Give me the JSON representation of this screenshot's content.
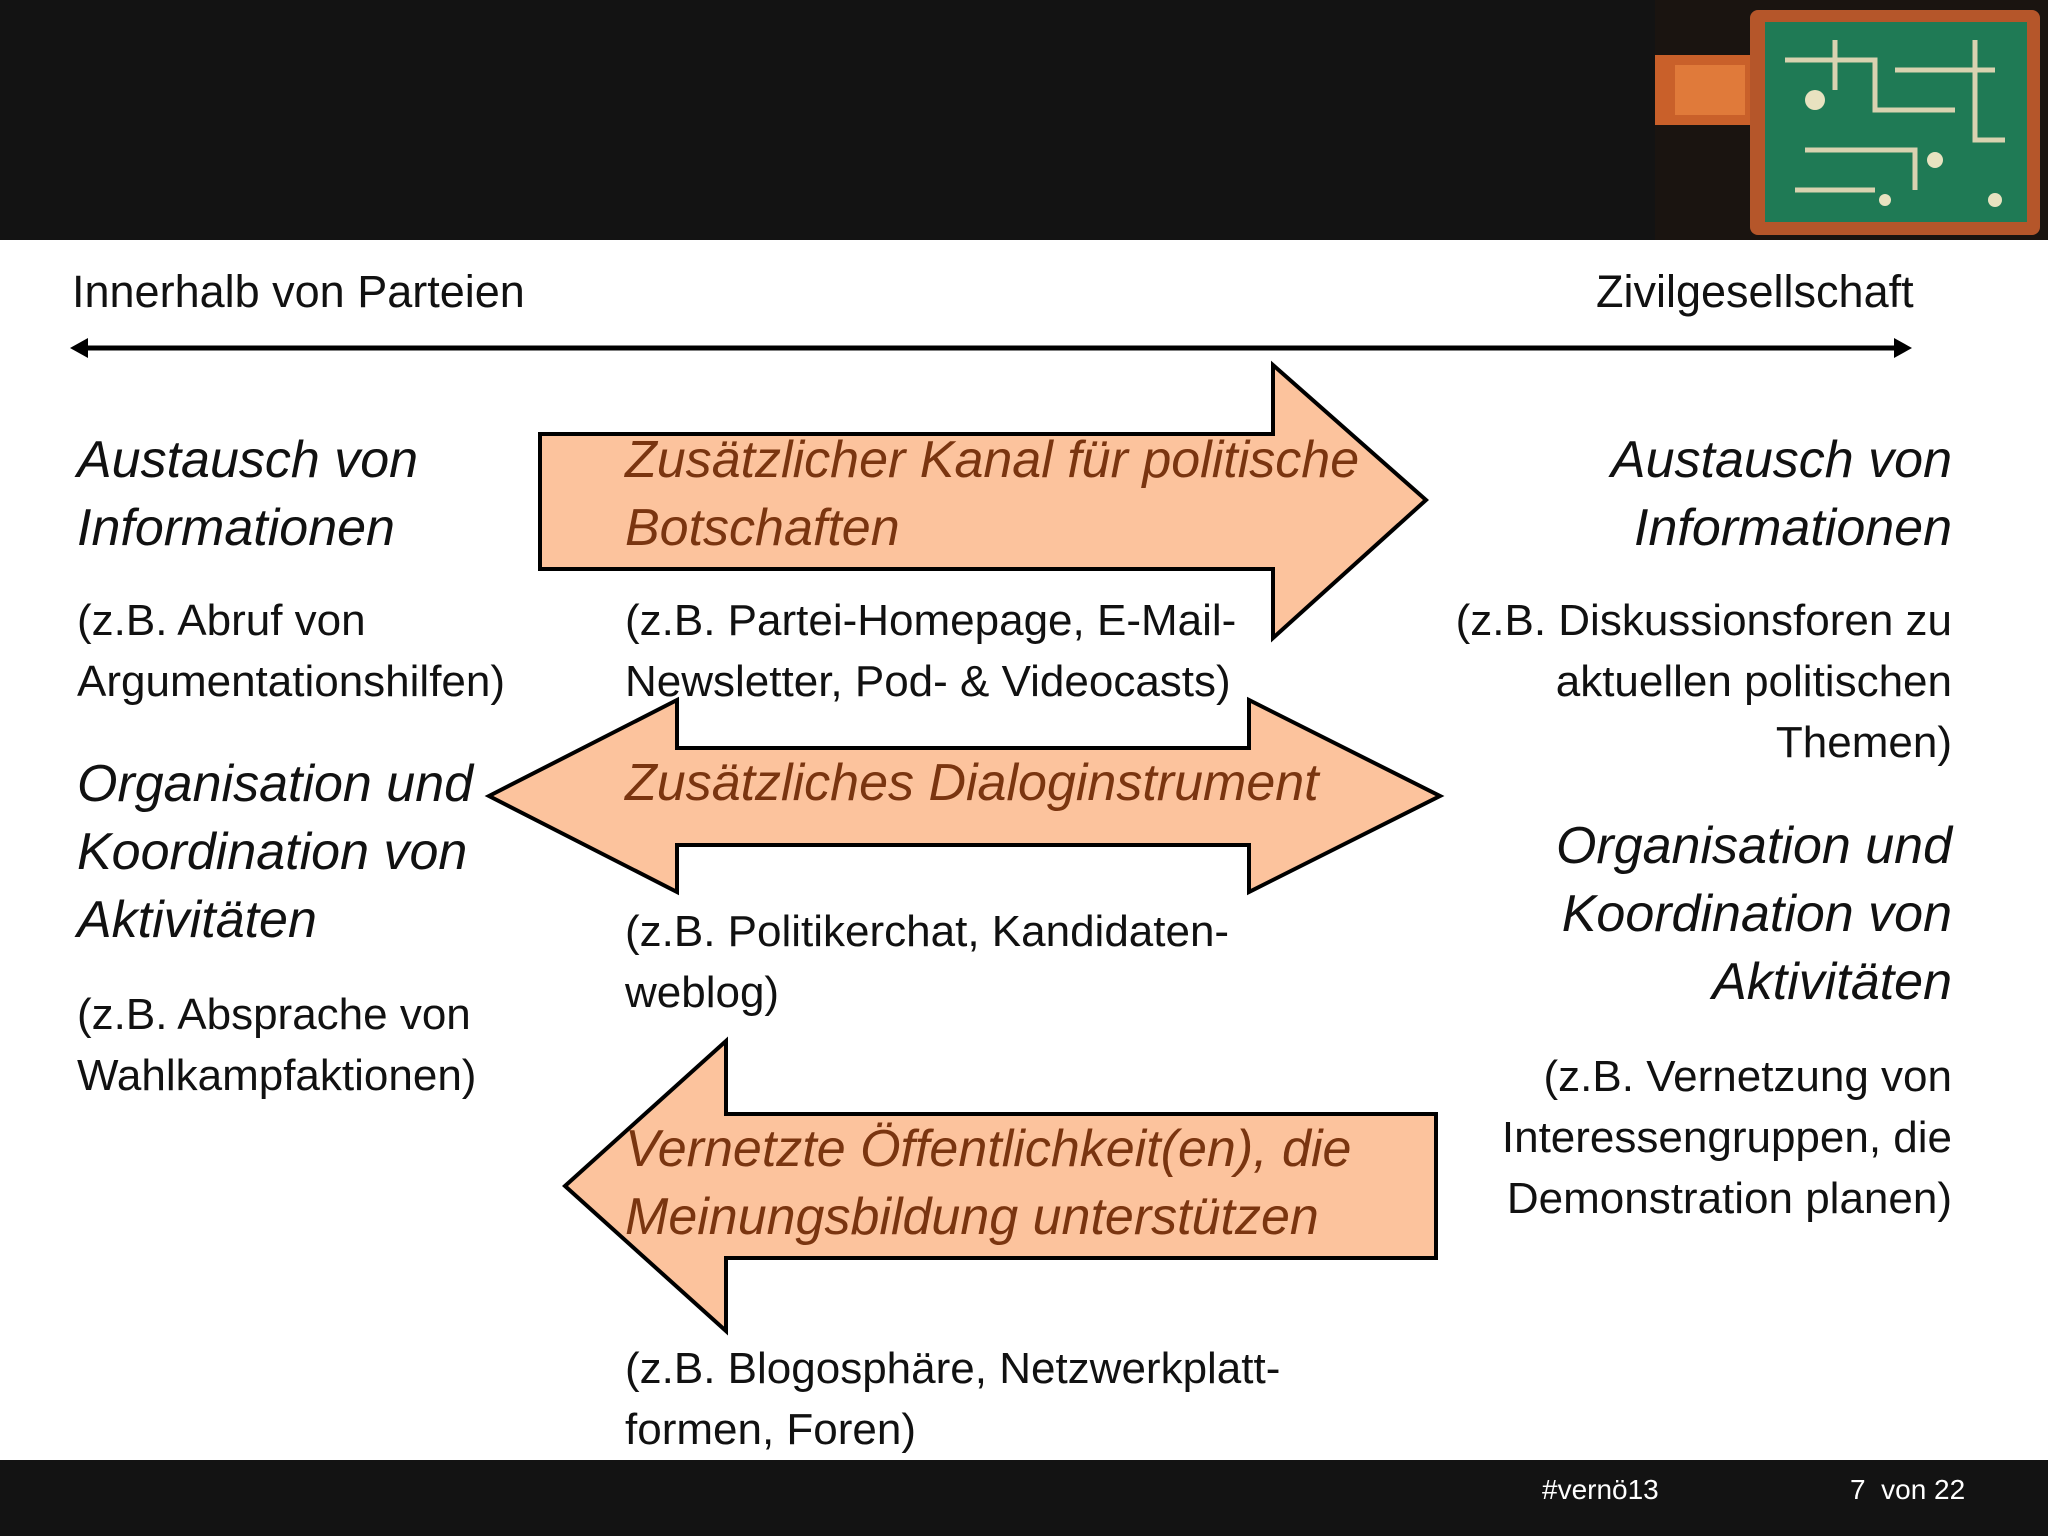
{
  "header": {
    "image": "circuit-board-photo"
  },
  "axis": {
    "left_label": "Innerhalb von Parteien",
    "right_label": "Zivilgesellschaft"
  },
  "left_column": {
    "heading1": [
      "Austausch von",
      "Informationen"
    ],
    "example1": [
      "(z.B. Abruf von",
      "Argumentationshilfen)"
    ],
    "heading2": [
      "Organisation und",
      "Koordination von",
      "Aktivitäten"
    ],
    "example2": [
      "(z.B. Absprache von",
      "Wahlkampfaktionen)"
    ]
  },
  "right_column": {
    "heading1": [
      "Austausch von",
      "Informationen"
    ],
    "example1": [
      "(z.B. Diskussionsforen zu",
      "aktuellen politischen",
      "Themen)"
    ],
    "heading2": [
      "Organisation und",
      "Koordination von",
      "Aktivitäten"
    ],
    "example2": [
      "(z.B. Vernetzung von",
      "Interessengruppen, die",
      "Demonstration planen)"
    ]
  },
  "center": {
    "arrow1_text": [
      "Zusätzlicher Kanal für politische",
      "Botschaften"
    ],
    "arrow1_example": [
      "(z.B. Partei-Homepage, E-Mail-",
      "Newsletter, Pod- & Videocasts)"
    ],
    "arrow2_text": [
      "Zusätzliches Dialoginstrument"
    ],
    "arrow2_example": [
      "(z.B. Politikerchat, Kandidaten-",
      "weblog)"
    ],
    "arrow3_text": [
      "Vernetzte Öffentlichkeit(en), die",
      "Meinungsbildung unterstützen"
    ],
    "arrow3_example": [
      "(z.B. Blogosphäre, Netzwerkplatt-",
      "formen, Foren)"
    ]
  },
  "colors": {
    "arrow_fill": "#fcc39d",
    "arrow_text": "#7a3510",
    "bar": "#131313"
  },
  "footer": {
    "hashtag": "#vernö13",
    "page": "7  von 22"
  }
}
